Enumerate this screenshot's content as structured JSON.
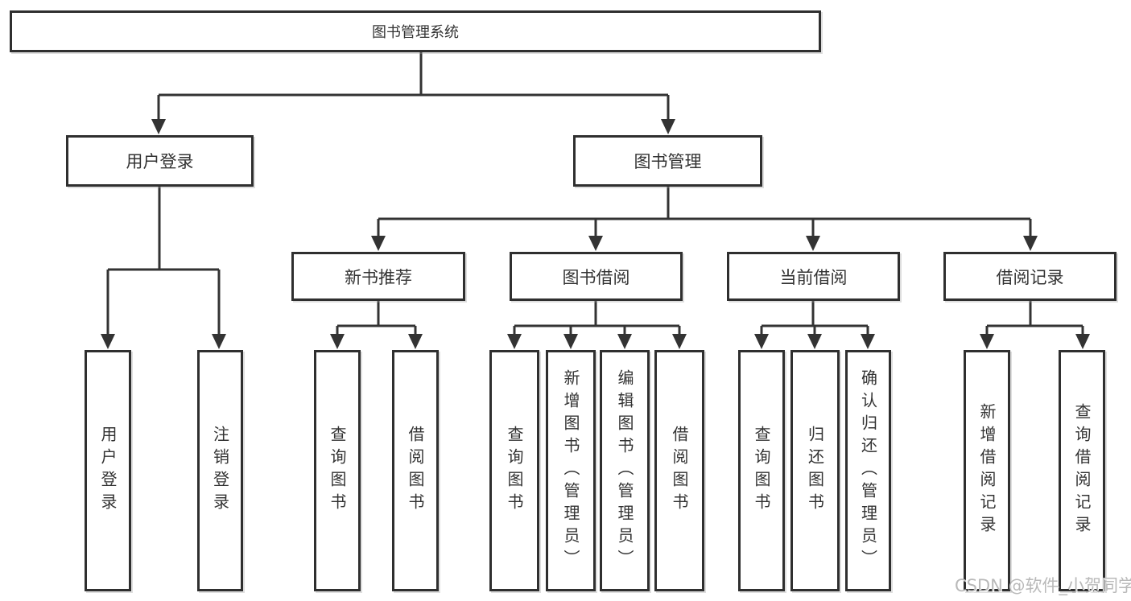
{
  "diagram": {
    "root": {
      "label": "图书管理系统"
    },
    "branches": [
      {
        "label": "用户登录",
        "children": [
          {
            "label": "用户登录"
          },
          {
            "label": "注销登录"
          }
        ]
      },
      {
        "label": "图书管理",
        "children": [
          {
            "label": "新书推荐",
            "children": [
              {
                "label": "查询图书"
              },
              {
                "label": "借阅图书"
              }
            ]
          },
          {
            "label": "图书借阅",
            "children": [
              {
                "label": "查询图书"
              },
              {
                "label": "新增图书（管理员）"
              },
              {
                "label": "编辑图书（管理员）"
              },
              {
                "label": "借阅图书"
              }
            ]
          },
          {
            "label": "当前借阅",
            "children": [
              {
                "label": "查询图书"
              },
              {
                "label": "归还图书"
              },
              {
                "label": "确认归还（管理员）"
              }
            ]
          },
          {
            "label": "借阅记录",
            "children": [
              {
                "label": "新增借阅记录"
              },
              {
                "label": "查询借阅记录"
              }
            ]
          }
        ]
      }
    ]
  },
  "watermark": {
    "text": "CSDN @软件_小贺同学"
  },
  "colors": {
    "line": "#333333",
    "border": "#2f2f2f",
    "text": "#333333",
    "background": "#ffffff",
    "watermark": "#b9b9b9"
  }
}
